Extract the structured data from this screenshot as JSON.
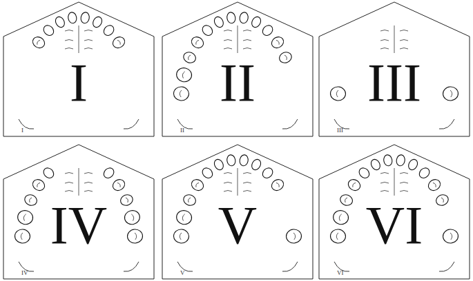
{
  "diagram": {
    "labels": [
      "I",
      "I",
      "II",
      "II",
      "III",
      "III",
      "IV",
      "IV",
      "V",
      "V",
      "VI",
      "VI"
    ]
  }
}
